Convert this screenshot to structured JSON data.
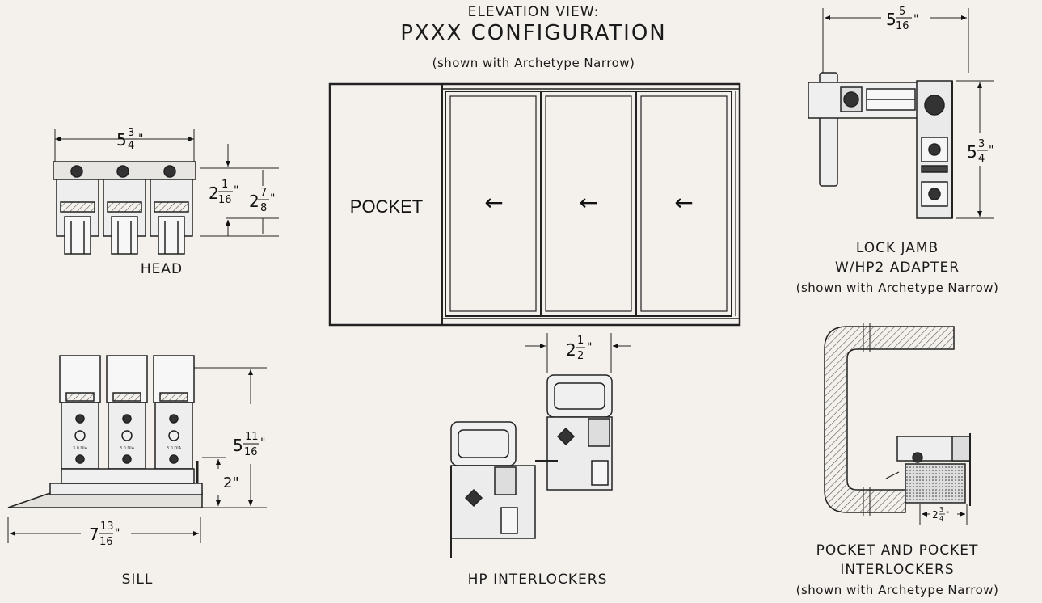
{
  "elevation": {
    "kicker": "ELEVATION VIEW:",
    "title": "PXXX CONFIGURATION",
    "subtitle": "(shown with Archetype Narrow)",
    "pocket_label": "POCKET",
    "arrows": [
      "←",
      "←",
      "←"
    ]
  },
  "head": {
    "label": "HEAD",
    "width_whole": "5",
    "width_num": "3",
    "width_den": "4",
    "width_unit": "\"",
    "h1_whole": "2",
    "h1_num": "1",
    "h1_den": "16",
    "h1_unit": "\"",
    "h2_whole": "2",
    "h2_num": "7",
    "h2_den": "8",
    "h2_unit": "\""
  },
  "sill": {
    "label": "SILL",
    "width_whole": "7",
    "width_num": "13",
    "width_den": "16",
    "width_unit": "\"",
    "height_whole": "5",
    "height_num": "11",
    "height_den": "16",
    "height_unit": "\"",
    "step": "2\"",
    "dia_label": "3.0 DIA"
  },
  "lock_jamb": {
    "label_line1": "LOCK JAMB",
    "label_line2": "W/HP2 ADAPTER",
    "subtitle": "(shown with Archetype Narrow)",
    "width_whole": "5",
    "width_num": "5",
    "width_den": "16",
    "width_unit": "\"",
    "height_whole": "5",
    "height_num": "3",
    "height_den": "4",
    "height_unit": "\""
  },
  "hp_interlockers": {
    "label": "HP INTERLOCKERS",
    "width_whole": "2",
    "width_num": "1",
    "width_den": "2",
    "width_unit": "\""
  },
  "pocket_interlockers": {
    "label_line1": "POCKET AND POCKET",
    "label_line2": "INTERLOCKERS",
    "subtitle": "(shown with Archetype Narrow)",
    "width_whole": "2",
    "width_num": "3",
    "width_den": "4",
    "width_unit": "\""
  }
}
